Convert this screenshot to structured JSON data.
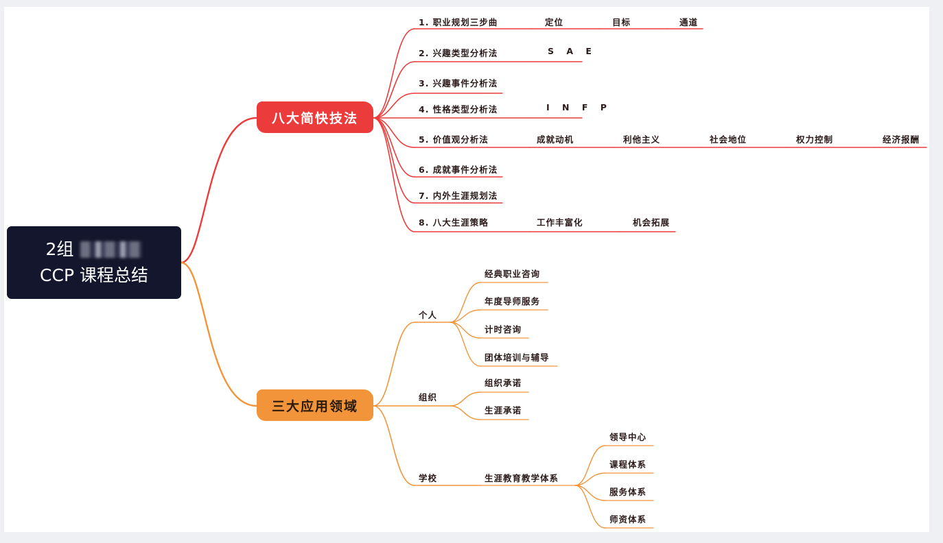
{
  "root": {
    "line1": "2组",
    "line2": "CCP 课程总结"
  },
  "branch1": {
    "title": "八大简快技法",
    "color": "#ec3b3b",
    "items": [
      {
        "label": "1. 职业规划三步曲",
        "children": [
          "定位",
          "目标",
          "通道"
        ]
      },
      {
        "label": "2. 兴趣类型分析法",
        "children": [
          "S A E"
        ]
      },
      {
        "label": "3. 兴趣事件分析法",
        "children": []
      },
      {
        "label": "4. 性格类型分析法",
        "children": [
          "I N F P"
        ]
      },
      {
        "label": "5. 价值观分析法",
        "children": [
          "成就动机",
          "利他主义",
          "社会地位",
          "权力控制",
          "经济报酬"
        ]
      },
      {
        "label": "6. 成就事件分析法",
        "children": []
      },
      {
        "label": "7. 内外生涯规划法",
        "children": []
      },
      {
        "label": "8. 八大生涯策略",
        "children": [
          "工作丰富化",
          "机会拓展"
        ]
      }
    ]
  },
  "branch2": {
    "title": "三大应用领域",
    "color": "#f2953a",
    "groups": [
      {
        "label": "个人",
        "children": [
          "经典职业咨询",
          "年度导师服务",
          "计时咨询",
          "团体培训与辅导"
        ]
      },
      {
        "label": "组织",
        "children": [
          "组织承诺",
          "生涯承诺"
        ]
      },
      {
        "label": "学校",
        "children": [
          {
            "label": "生涯教育教学体系",
            "children": [
              "领导中心",
              "课程体系",
              "服务体系",
              "师资体系"
            ]
          }
        ]
      }
    ]
  }
}
